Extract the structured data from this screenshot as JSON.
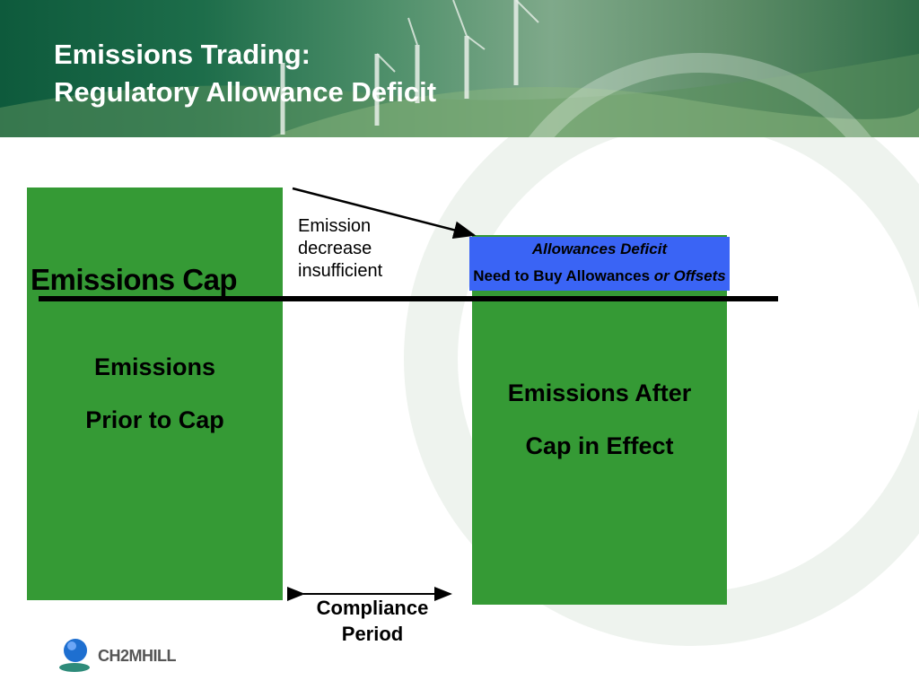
{
  "slide": {
    "title_line1": "Emissions Trading:",
    "title_line2": "Regulatory Allowance Deficit"
  },
  "diagram": {
    "cap_label": "Emissions Cap",
    "left_bar": {
      "line1": "Emissions",
      "line2": "Prior to Cap"
    },
    "right_bar": {
      "line1": "Emissions After",
      "line2": "Cap in Effect"
    },
    "deficit": {
      "title": "Allowances Deficit",
      "text_regular": "Need to Buy Allowances ",
      "text_italic": "or Offsets"
    },
    "annotation": {
      "line1": "Emission",
      "line2": "decrease",
      "line3": "insufficient"
    },
    "period": {
      "line1": "Compliance",
      "line2": "Period"
    }
  },
  "logo": {
    "text": "CH2MHILL"
  },
  "colors": {
    "bar_green": "#359a35",
    "deficit_blue": "#3a64f5",
    "banner_dark": "#0e5a3c",
    "cap_line": "#000000"
  }
}
